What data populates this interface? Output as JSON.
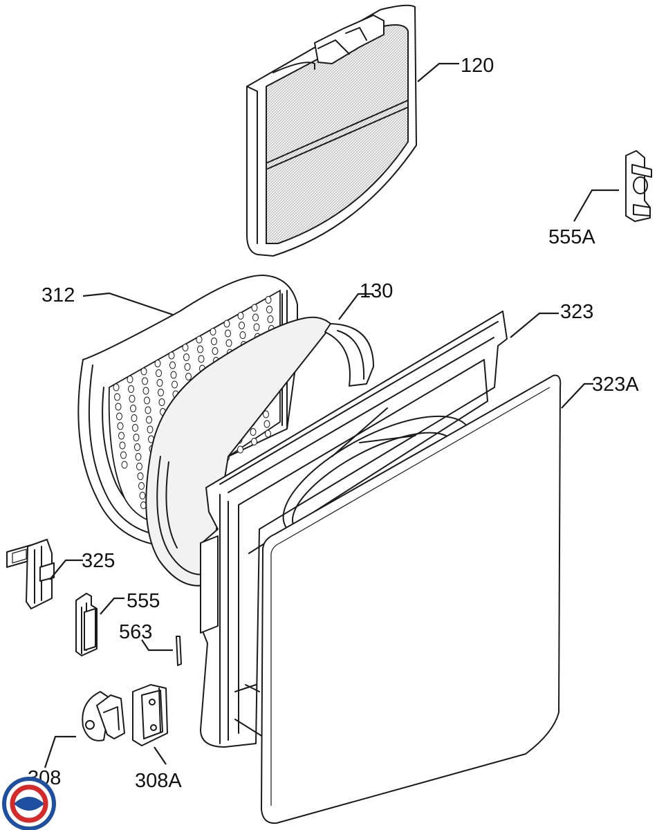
{
  "diagram": {
    "parts": [
      {
        "id": "filter-120",
        "label": "120",
        "icon": "mesh-filter-icon"
      },
      {
        "id": "clip-555a",
        "label": "555A",
        "icon": "clip-icon"
      },
      {
        "id": "frame-312",
        "label": "312",
        "icon": "perforated-frame-icon"
      },
      {
        "id": "gasket-130",
        "label": "130",
        "icon": "gasket-ring-icon"
      },
      {
        "id": "inner-door-323",
        "label": "323",
        "icon": "door-frame-icon"
      },
      {
        "id": "outer-door-323a",
        "label": "323A",
        "icon": "door-panel-icon"
      },
      {
        "id": "latch-325",
        "label": "325",
        "icon": "latch-icon"
      },
      {
        "id": "holder-555",
        "label": "555",
        "icon": "holder-icon"
      },
      {
        "id": "pin-563",
        "label": "563",
        "icon": "pin-icon"
      },
      {
        "id": "hinge-308",
        "label": "308",
        "icon": "hinge-icon"
      },
      {
        "id": "hinge-plate-308a",
        "label": "308A",
        "icon": "hinge-plate-icon"
      }
    ],
    "logo_colors": {
      "blue": "#1f4fa0",
      "red": "#d62a2a"
    }
  }
}
